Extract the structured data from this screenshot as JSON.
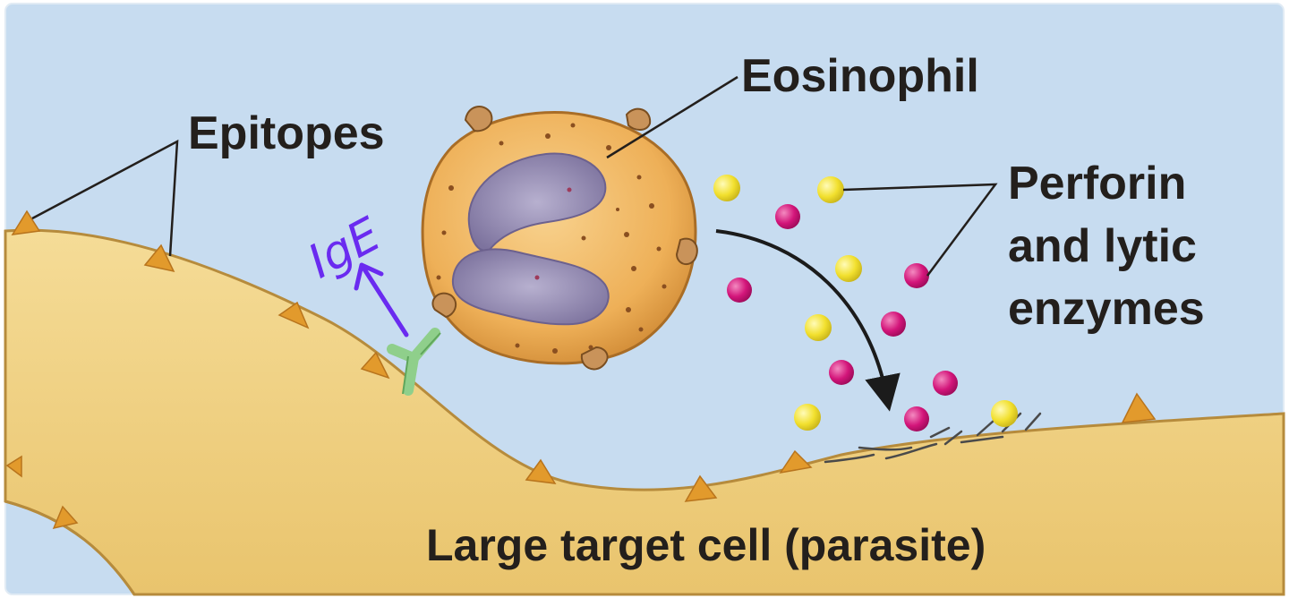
{
  "labels": {
    "eosinophil": "Eosinophil",
    "epitopes": "Epitopes",
    "perforin_line1": "Perforin",
    "perforin_line2": "and lytic",
    "perforin_line3": "enzymes",
    "target_cell": "Large target cell (parasite)",
    "handwritten_ige": "IgE"
  },
  "colors": {
    "background": "#c7dcf0",
    "cell_body": "#f3d68d",
    "cell_outline": "#b68b3c",
    "epitope": "#e29a2c",
    "eosinophil_body": "#edb35a",
    "nucleus": "#8f86ad",
    "perforin_yellow": "#f4e430",
    "lytic_magenta": "#d3157a",
    "antibody": "#8fcf8b",
    "handwriting": "#6a2bf0"
  }
}
